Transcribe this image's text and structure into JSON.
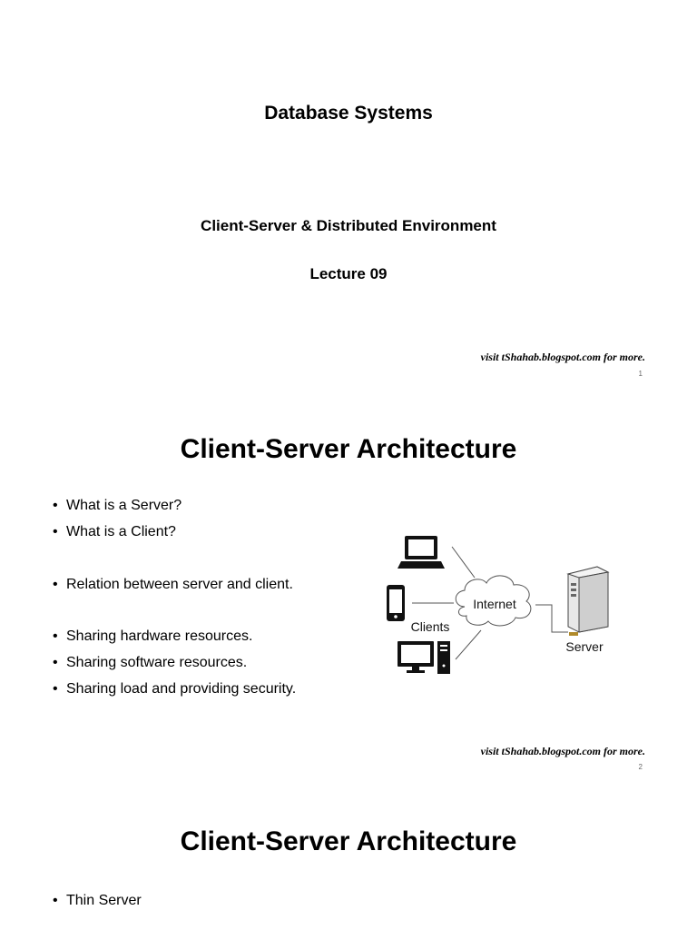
{
  "slide1": {
    "deck_title": "Database Systems",
    "subtitle": "Client-Server & Distributed Environment",
    "lecture": "Lecture 09",
    "credit": "visit tShahab.blogspot.com for more.",
    "page_number": "1"
  },
  "slide2": {
    "heading": "Client-Server Architecture",
    "bullets": [
      "What is a Server?",
      "What is a Client?",
      "Relation between server and client.",
      "Sharing hardware resources.",
      "Sharing software resources.",
      "Sharing load and providing security."
    ],
    "diagram": {
      "internet_label": "Internet",
      "clients_label": "Clients",
      "server_label": "Server",
      "client_icons": [
        "laptop-icon",
        "smartphone-icon",
        "desktop-computer-icon"
      ],
      "server_icon": "server-tower-icon",
      "cloud_icon": "cloud-icon"
    },
    "credit": "visit tShahab.blogspot.com for more.",
    "page_number": "2"
  },
  "slide3": {
    "heading": "Client-Server Architecture",
    "bullets": [
      "Thin Server"
    ]
  },
  "colors": {
    "text": "#000000",
    "background": "#ffffff",
    "line": "#555555"
  }
}
